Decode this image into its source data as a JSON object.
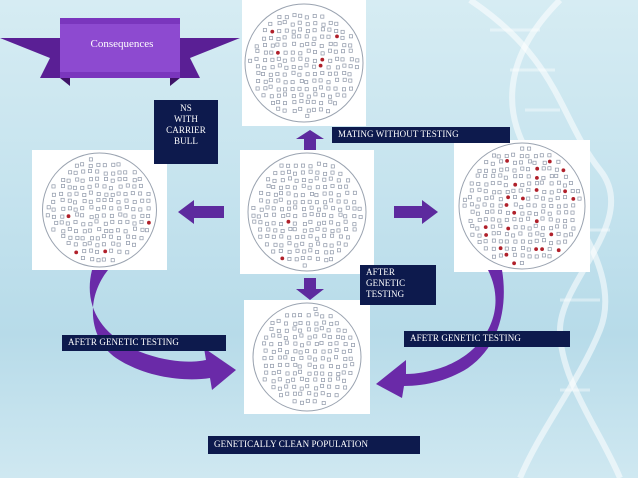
{
  "banner": {
    "title": "Consequences"
  },
  "labels": {
    "ns_with_carrier_bull": "NS\nWITH\nCARRIER\nBULL",
    "mating_without_testing": "MATING WITHOUT TESTING",
    "after_genetic_testing_center": "AFTER\nGENETIC\nTESTING",
    "after_genetic_testing_left": "AFETR GENETIC TESTING",
    "after_genetic_testing_right": "AFETR GENETIC TESTING",
    "genetically_clean_population": "GENETICALLY CLEAN POPULATION"
  },
  "colors": {
    "banner_purple": "#6a2aa8",
    "banner_light": "#8a4ac8",
    "arrow_blue": "#5d2a9e",
    "label_bg": "#0d1a4d",
    "square_outline": "#8e97a8",
    "carrier_red": "#b0202a",
    "circle_outline": "#9aa3b0"
  },
  "populations": {
    "top": {
      "carriers": 5
    },
    "left": {
      "carriers": 4
    },
    "center": {
      "carriers": 2
    },
    "right": {
      "carriers": 24
    },
    "bottom": {
      "carriers": 0
    }
  }
}
